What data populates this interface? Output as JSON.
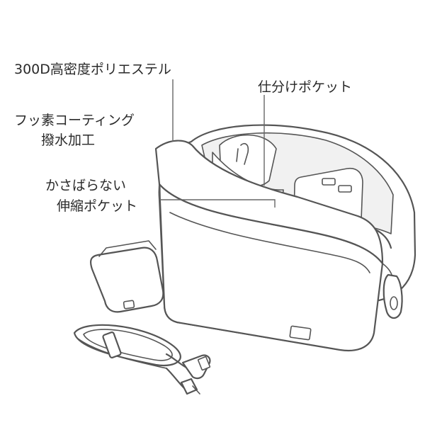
{
  "callouts": {
    "material": "300D高密度ポリエステル",
    "divider": "仕分けポケット",
    "coating_line1": "フッ素コーティング",
    "coating_line2": "撥水加工",
    "stretch_line1": "かさばらない",
    "stretch_line2": "伸縮ポケット"
  },
  "colors": {
    "ink": "#555555",
    "text": "#2a2a2a",
    "background": "#ffffff"
  }
}
